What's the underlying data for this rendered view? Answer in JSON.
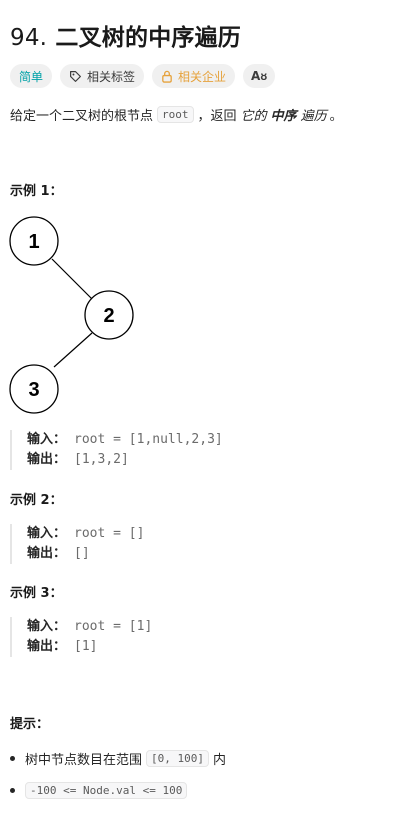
{
  "problem": {
    "number": "94.",
    "title": "二叉树的中序遍历",
    "tags": {
      "difficulty": "简单",
      "related_topics": "相关标签",
      "companies": "相关企业",
      "language": "Aᴕ"
    },
    "description": {
      "prefix": "给定一个二叉树的根节点",
      "code": "root",
      "middle": "，返回",
      "em1": "它的",
      "strong": "中序",
      "em2": "遍历",
      "suffix": "。"
    }
  },
  "examples": [
    {
      "title": "示例 1：",
      "tree_nodes": [
        "1",
        "2",
        "3"
      ],
      "input_label": "输入：",
      "input_value": "root = [1,null,2,3]",
      "output_label": "输出：",
      "output_value": "[1,3,2]"
    },
    {
      "title": "示例 2：",
      "input_label": "输入：",
      "input_value": "root = []",
      "output_label": "输出：",
      "output_value": "[]"
    },
    {
      "title": "示例 3：",
      "input_label": "输入：",
      "input_value": "root = [1]",
      "output_label": "输出：",
      "output_value": "[1]"
    }
  ],
  "hints": {
    "title": "提示：",
    "items": [
      {
        "prefix": "树中节点数目在范围",
        "code": "[0, 100]",
        "suffix": "内"
      },
      {
        "code": "-100 <= Node.val <= 100"
      }
    ]
  },
  "colors": {
    "easy": "#00a1a7",
    "company": "#e6a23c"
  }
}
